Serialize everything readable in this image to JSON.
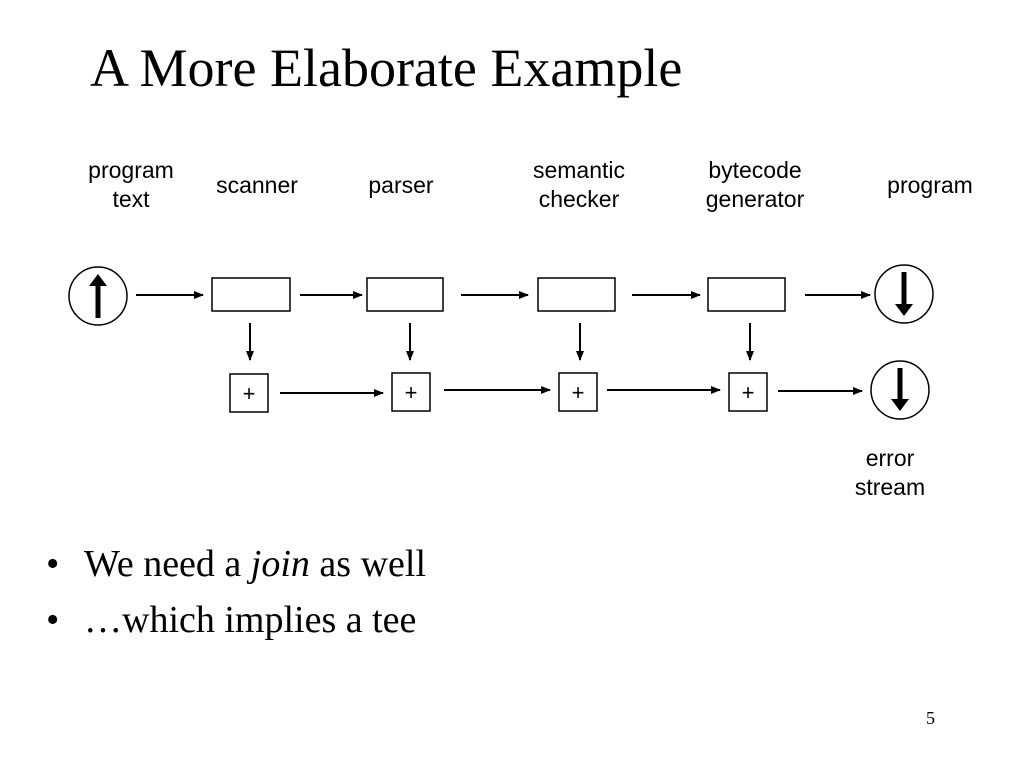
{
  "slide": {
    "title": "A More Elaborate Example",
    "page_number": "5"
  },
  "diagram": {
    "source": {
      "label_line1": "program",
      "label_line2": "text"
    },
    "stages": [
      {
        "label_line1": "scanner",
        "label_line2": ""
      },
      {
        "label_line1": "parser",
        "label_line2": ""
      },
      {
        "label_line1": "semantic",
        "label_line2": "checker"
      },
      {
        "label_line1": "bytecode",
        "label_line2": "generator"
      }
    ],
    "program_sink": {
      "label_line1": "program",
      "label_line2": ""
    },
    "error_sink": {
      "label_line1": "error",
      "label_line2": "stream"
    },
    "join_symbol": "+"
  },
  "bullets": {
    "marker": "•",
    "item1": {
      "before": "We need a ",
      "emphasis": "join",
      "after": " as well"
    },
    "item2": {
      "text": "…which implies a tee"
    }
  }
}
